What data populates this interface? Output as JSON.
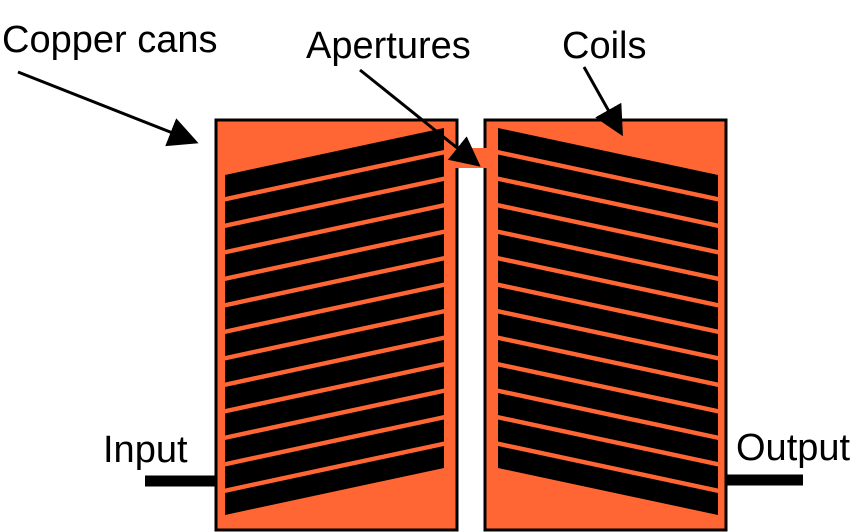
{
  "labels": {
    "copper_cans": "Copper cans",
    "apertures": "Apertures",
    "coils": "Coils",
    "input": "Input",
    "output": "Output"
  },
  "colors": {
    "copper": "#FF6633",
    "coil": "#000000",
    "outline": "#000000",
    "background": "#FFFFFF"
  },
  "components": {
    "cans": [
      "left-can",
      "right-can"
    ],
    "coil_turns_per_can": 13
  }
}
